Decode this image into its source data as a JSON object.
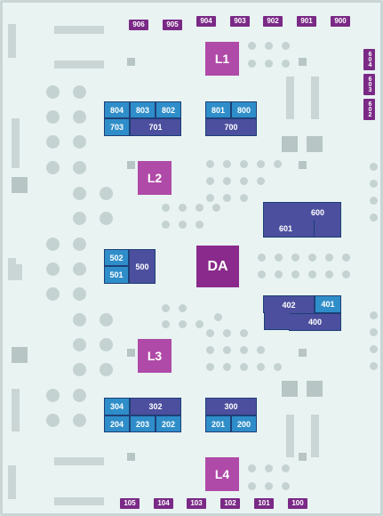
{
  "top_booths": [
    "906",
    "905",
    "904",
    "903",
    "902",
    "901",
    "900"
  ],
  "right_booths": [
    "604",
    "603",
    "602"
  ],
  "bottom_booths": [
    "105",
    "104",
    "103",
    "102",
    "101",
    "100"
  ],
  "lounges": {
    "l1": "L1",
    "l2": "L2",
    "l3": "L3",
    "l4": "L4"
  },
  "center": "DA",
  "booths": {
    "b804": "804",
    "b803": "803",
    "b802": "802",
    "b703": "703",
    "b701": "701",
    "b801": "801",
    "b800": "800",
    "b700": "700",
    "b600": "600",
    "b601": "601",
    "b502": "502",
    "b501": "501",
    "b500": "500",
    "b402": "402",
    "b401": "401",
    "b400": "400",
    "b304": "304",
    "b302": "302",
    "b204": "204",
    "b203": "203",
    "b202": "202",
    "b300": "300",
    "b201": "201",
    "b200": "200"
  },
  "colors": {
    "background": "#e9f3f2",
    "light_booth": "#2f8ec9",
    "dark_booth": "#4c4f9e",
    "lounge": "#b04aa8",
    "tag": "#7a2a86",
    "furniture": "#c4d2d1"
  }
}
